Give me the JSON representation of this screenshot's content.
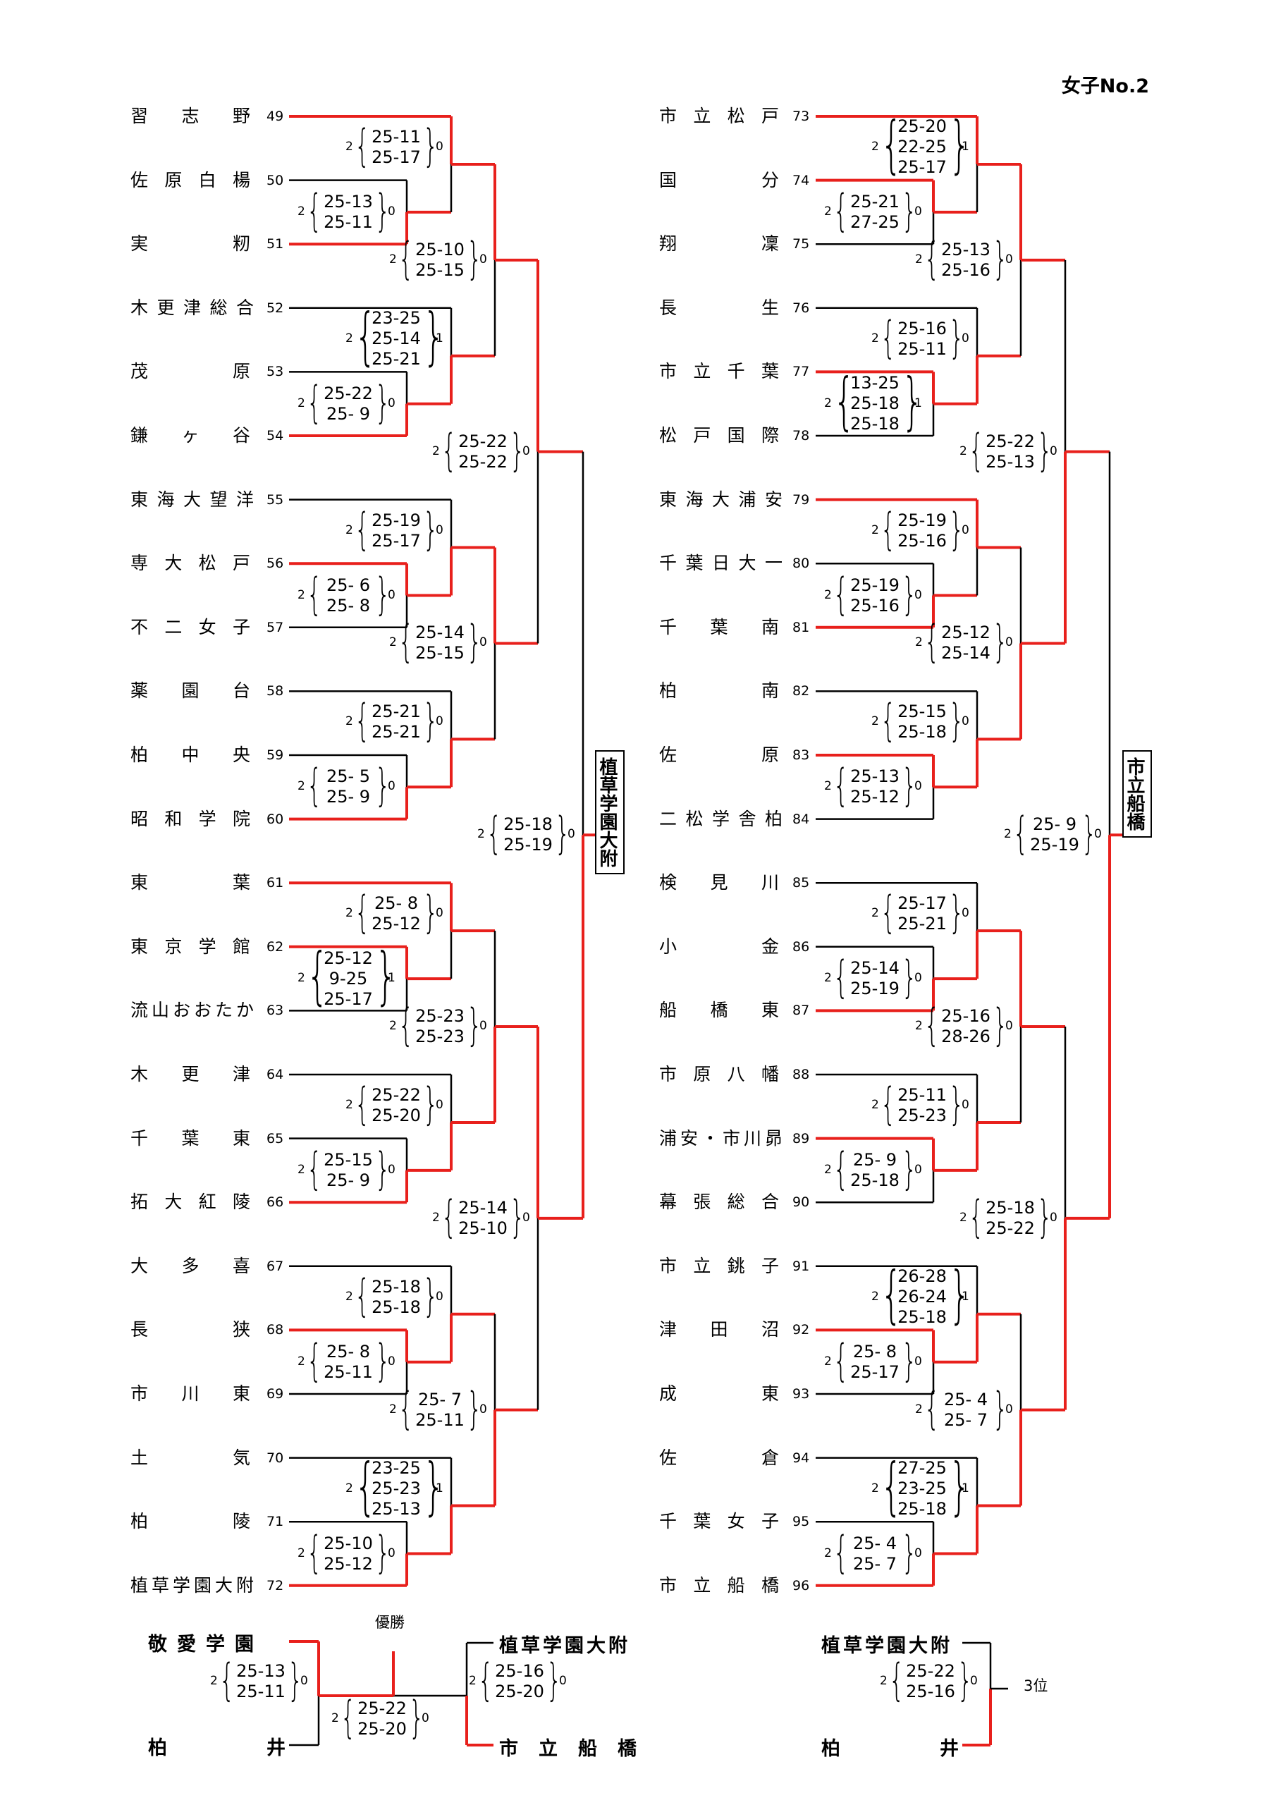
{
  "title": "女子No.2",
  "left_teams": [
    {
      "name": "習志野",
      "num": "49"
    },
    {
      "name": "佐原白楊",
      "num": "50"
    },
    {
      "name": "実籾",
      "num": "51"
    },
    {
      "name": "木更津総合",
      "num": "52"
    },
    {
      "name": "茂原",
      "num": "53"
    },
    {
      "name": "鎌ヶ谷",
      "num": "54"
    },
    {
      "name": "東海大望洋",
      "num": "55"
    },
    {
      "name": "専大松戸",
      "num": "56"
    },
    {
      "name": "不二女子",
      "num": "57"
    },
    {
      "name": "薬園台",
      "num": "58"
    },
    {
      "name": "柏中央",
      "num": "59"
    },
    {
      "name": "昭和学院",
      "num": "60"
    },
    {
      "name": "東葉",
      "num": "61"
    },
    {
      "name": "東京学館",
      "num": "62"
    },
    {
      "name": "流山おおたか",
      "num": "63"
    },
    {
      "name": "木更津",
      "num": "64"
    },
    {
      "name": "千葉東",
      "num": "65"
    },
    {
      "name": "拓大紅陵",
      "num": "66"
    },
    {
      "name": "大多喜",
      "num": "67"
    },
    {
      "name": "長狭",
      "num": "68"
    },
    {
      "name": "市川東",
      "num": "69"
    },
    {
      "name": "土気",
      "num": "70"
    },
    {
      "name": "柏陵",
      "num": "71"
    },
    {
      "name": "植草学園大附",
      "num": "72"
    }
  ],
  "right_teams": [
    {
      "name": "市立松戸",
      "num": "73"
    },
    {
      "name": "国分",
      "num": "74"
    },
    {
      "name": "翔凜",
      "num": "75"
    },
    {
      "name": "長生",
      "num": "76"
    },
    {
      "name": "市立千葉",
      "num": "77"
    },
    {
      "name": "松戸国際",
      "num": "78"
    },
    {
      "name": "東海大浦安",
      "num": "79"
    },
    {
      "name": "千葉日大一",
      "num": "80"
    },
    {
      "name": "千葉南",
      "num": "81"
    },
    {
      "name": "柏南",
      "num": "82"
    },
    {
      "name": "佐原",
      "num": "83"
    },
    {
      "name": "二松学舎柏",
      "num": "84"
    },
    {
      "name": "検見川",
      "num": "85"
    },
    {
      "name": "小金",
      "num": "86"
    },
    {
      "name": "船橋東",
      "num": "87"
    },
    {
      "name": "市原八幡",
      "num": "88"
    },
    {
      "name": "浦安・市川昴",
      "num": "89"
    },
    {
      "name": "幕張総合",
      "num": "90"
    },
    {
      "name": "市立銚子",
      "num": "91"
    },
    {
      "name": "津田沼",
      "num": "92"
    },
    {
      "name": "成東",
      "num": "93"
    },
    {
      "name": "佐倉",
      "num": "94"
    },
    {
      "name": "千葉女子",
      "num": "95"
    },
    {
      "name": "市立船橋",
      "num": "96"
    }
  ],
  "left_champion": "植草学園大附",
  "right_champion": "市立船橋",
  "left_scores": {
    "r1": [
      {
        "w": "2",
        "sets": [
          "25-11",
          "25-17"
        ],
        "l": "0"
      },
      {
        "w": "2",
        "sets": [
          "25-13",
          "25-11"
        ],
        "l": "0"
      },
      {
        "w": "2",
        "sets": [
          "23-25",
          "25-14",
          "25-21"
        ],
        "l": "1"
      },
      {
        "w": "2",
        "sets": [
          "25-22",
          "25- 9"
        ],
        "l": "0"
      },
      {
        "w": "2",
        "sets": [
          "25-19",
          "25-17"
        ],
        "l": "0"
      },
      {
        "w": "2",
        "sets": [
          "25- 6",
          "25- 8"
        ],
        "l": "0"
      },
      {
        "w": "2",
        "sets": [
          "25-21",
          "25-21"
        ],
        "l": "0"
      },
      {
        "w": "2",
        "sets": [
          "25- 5",
          "25- 9"
        ],
        "l": "0"
      },
      {
        "w": "2",
        "sets": [
          "25- 8",
          "25-12"
        ],
        "l": "0"
      },
      {
        "w": "2",
        "sets": [
          "25-12",
          "9-25",
          "25-17"
        ],
        "l": "1"
      },
      {
        "w": "2",
        "sets": [
          "25-22",
          "25-20"
        ],
        "l": "0"
      },
      {
        "w": "2",
        "sets": [
          "25-15",
          "25- 9"
        ],
        "l": "0"
      },
      {
        "w": "2",
        "sets": [
          "25-18",
          "25-18"
        ],
        "l": "0"
      },
      {
        "w": "2",
        "sets": [
          "25- 8",
          "25-11"
        ],
        "l": "0"
      },
      {
        "w": "2",
        "sets": [
          "23-25",
          "25-23",
          "25-13"
        ],
        "l": "1"
      },
      {
        "w": "2",
        "sets": [
          "25-10",
          "25-12"
        ],
        "l": "0"
      }
    ],
    "r2": [
      {
        "w": "2",
        "sets": [
          "25-10",
          "25-15"
        ],
        "l": "0"
      },
      {
        "w": "2",
        "sets": [
          "25-14",
          "25-15"
        ],
        "l": "0"
      },
      {
        "w": "2",
        "sets": [
          "25-23",
          "25-23"
        ],
        "l": "0"
      },
      {
        "w": "2",
        "sets": [
          "25- 7",
          "25-11"
        ],
        "l": "0"
      }
    ],
    "r3": [
      {
        "w": "2",
        "sets": [
          "25-22",
          "25-22"
        ],
        "l": "0"
      },
      {
        "w": "2",
        "sets": [
          "25-14",
          "25-10"
        ],
        "l": "0"
      }
    ],
    "r4": [
      {
        "w": "2",
        "sets": [
          "25-18",
          "25-19"
        ],
        "l": "0"
      }
    ]
  },
  "right_scores": {
    "r1": [
      {
        "w": "2",
        "sets": [
          "25-20",
          "22-25",
          "25-17"
        ],
        "l": "1"
      },
      {
        "w": "2",
        "sets": [
          "25-21",
          "27-25"
        ],
        "l": "0"
      },
      {
        "w": "2",
        "sets": [
          "25-16",
          "25-11"
        ],
        "l": "0"
      },
      {
        "w": "2",
        "sets": [
          "13-25",
          "25-18",
          "25-18"
        ],
        "l": "1"
      },
      {
        "w": "2",
        "sets": [
          "25-19",
          "25-16"
        ],
        "l": "0"
      },
      {
        "w": "2",
        "sets": [
          "25-19",
          "25-16"
        ],
        "l": "0"
      },
      {
        "w": "2",
        "sets": [
          "25-15",
          "25-18"
        ],
        "l": "0"
      },
      {
        "w": "2",
        "sets": [
          "25-13",
          "25-12"
        ],
        "l": "0"
      },
      {
        "w": "2",
        "sets": [
          "25-17",
          "25-21"
        ],
        "l": "0"
      },
      {
        "w": "2",
        "sets": [
          "25-14",
          "25-19"
        ],
        "l": "0"
      },
      {
        "w": "2",
        "sets": [
          "25-11",
          "25-23"
        ],
        "l": "0"
      },
      {
        "w": "2",
        "sets": [
          "25- 9",
          "25-18"
        ],
        "l": "0"
      },
      {
        "w": "2",
        "sets": [
          "26-28",
          "26-24",
          "25-18"
        ],
        "l": "1"
      },
      {
        "w": "2",
        "sets": [
          "25- 8",
          "25-17"
        ],
        "l": "0"
      },
      {
        "w": "2",
        "sets": [
          "27-25",
          "23-25",
          "25-18"
        ],
        "l": "1"
      },
      {
        "w": "2",
        "sets": [
          "25- 4",
          "25- 7"
        ],
        "l": "0"
      }
    ],
    "r2": [
      {
        "w": "2",
        "sets": [
          "25-13",
          "25-16"
        ],
        "l": "0"
      },
      {
        "w": "2",
        "sets": [
          "25-12",
          "25-14"
        ],
        "l": "0"
      },
      {
        "w": "2",
        "sets": [
          "25-16",
          "28-26"
        ],
        "l": "0"
      },
      {
        "w": "2",
        "sets": [
          "25- 4",
          "25- 7"
        ],
        "l": "0"
      }
    ],
    "r3": [
      {
        "w": "2",
        "sets": [
          "25-22",
          "25-13"
        ],
        "l": "0"
      },
      {
        "w": "2",
        "sets": [
          "25-18",
          "25-22"
        ],
        "l": "0"
      }
    ],
    "r4": [
      {
        "w": "2",
        "sets": [
          "25- 9",
          "25-19"
        ],
        "l": "0"
      }
    ]
  },
  "final": {
    "champion_label": "優勝",
    "semi1": {
      "team_a": "敬愛学園",
      "team_b": "柏井",
      "w": "2",
      "sets": [
        "25-13",
        "25-11"
      ],
      "l": "0"
    },
    "semi2": {
      "team_a": "植草学園大附",
      "team_b": "市立船橋",
      "w": "2",
      "sets": [
        "25-16",
        "25-20"
      ],
      "l": "0"
    },
    "final_match": {
      "w": "2",
      "sets": [
        "25-22",
        "25-20"
      ],
      "l": "0"
    },
    "third": {
      "team_a": "植草学園大附",
      "team_b": "柏井",
      "w": "2",
      "sets": [
        "25-22",
        "25-16"
      ],
      "l": "0",
      "label": "3位"
    }
  },
  "colors": {
    "winner_line": "#e8201c",
    "line": "#000000"
  }
}
